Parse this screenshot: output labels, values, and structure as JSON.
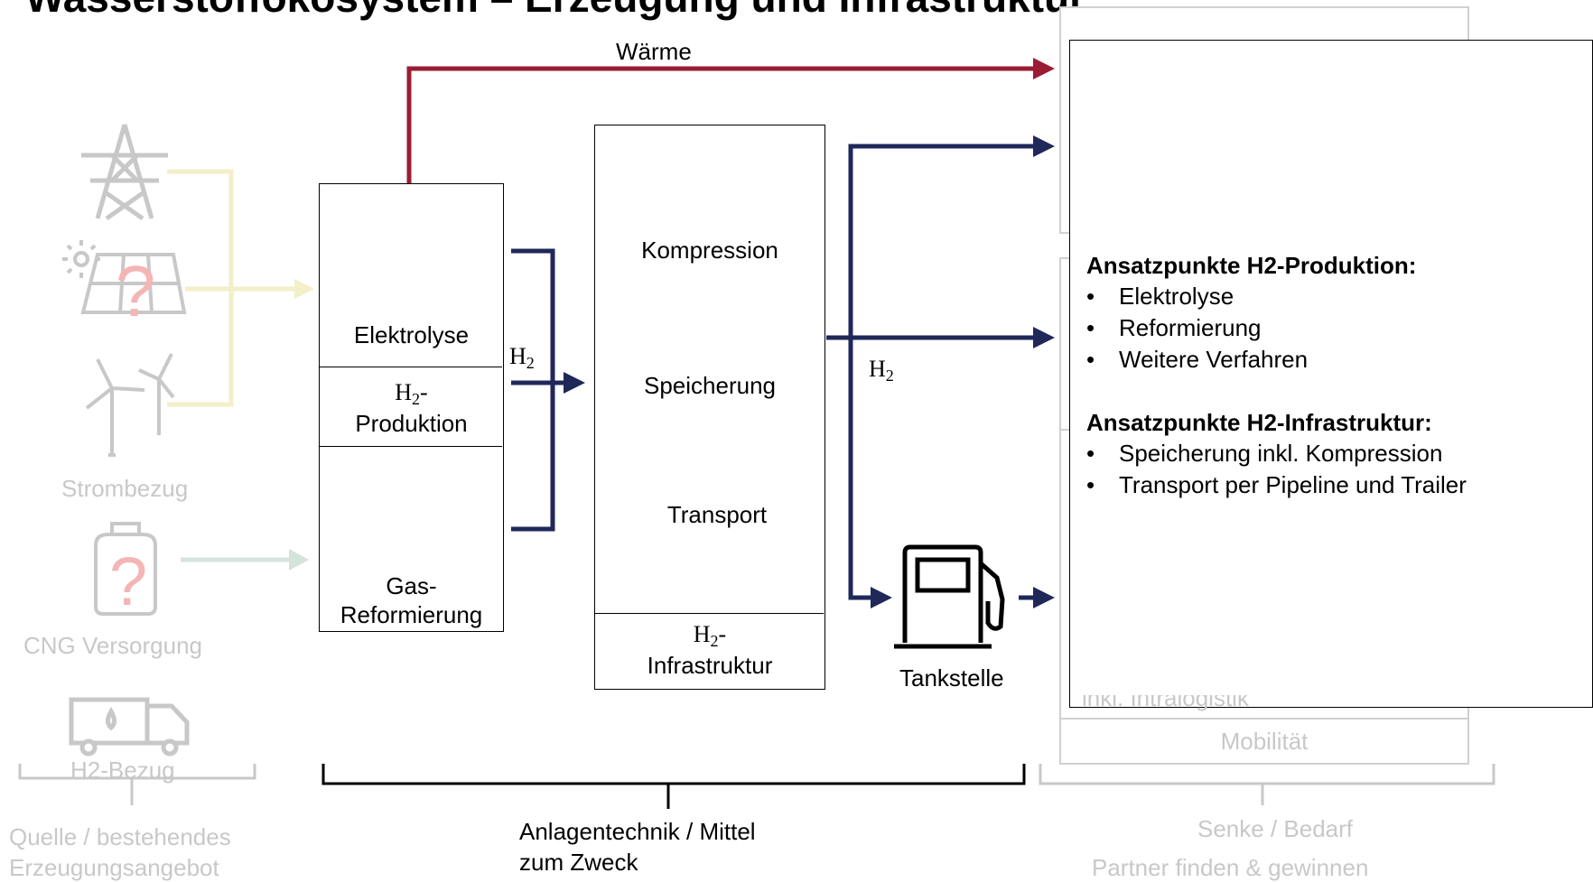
{
  "title": "Wasserstoffökosystem – Erzeugung und Infrastruktur",
  "labels": {
    "waerme": "Wärme",
    "h2": "H",
    "h2_sub": "2",
    "strombezug": "Strombezug",
    "cng": "CNG Versorgung",
    "h2_bezug": "H2-Bezug",
    "quelle_1": "Quelle / bestehendes",
    "quelle_2": "Erzeugungsangebot",
    "anlagen_1": "Anlagentechnik / Mittel",
    "anlagen_2": "zum Zweck",
    "senke": "Senke / Bedarf",
    "partner": "Partner finden & gewinnen",
    "tankstelle": "Tankstelle",
    "mobilitaet": "Mobilität",
    "intralogistik_partial": "inkl. Intralogistik",
    "question": "?"
  },
  "production_box": {
    "elektrolyse": "Elektrolyse",
    "prod_h": "H",
    "prod_sub": "2",
    "prod_dash": "-",
    "produktion": "Produktion",
    "gas": "Gas-",
    "reformierung": "Reformierung"
  },
  "infra_box": {
    "kompression": "Kompression",
    "speicherung": "Speicherung",
    "transport": "Transport",
    "infra_h": "H",
    "infra_sub": "2",
    "infra_dash": "-",
    "infrastruktur": "Infrastruktur"
  },
  "overlay": {
    "heading_produktion": "Ansatzpunkte H2-Produktion:",
    "items_produktion": [
      "Elektrolyse",
      "Reformierung",
      "Weitere Verfahren"
    ],
    "heading_infrastruktur": "Ansatzpunkte H2-Infrastruktur:",
    "items_infrastruktur": [
      "Speicherung inkl. Kompression",
      "Transport per Pipeline und Trailer"
    ],
    "bullet": "•"
  },
  "colors": {
    "heat_arrow": "#9b1c35",
    "h2_arrow": "#20285a",
    "strom_arrow": "#f3efc8",
    "cng_arrow": "#d5e3dd",
    "question_mark": "#e00000",
    "faded_text": "#c8c8c8"
  },
  "icons": [
    "power-pylon-icon",
    "solar-panel-icon",
    "wind-turbine-icon",
    "gas-cylinder-icon",
    "delivery-truck-icon",
    "electrolyzer-icon",
    "factory-icon",
    "compressor-icon",
    "storage-tank-icon",
    "tanker-truck-icon",
    "pipeline-icon",
    "fuel-pump-icon"
  ]
}
